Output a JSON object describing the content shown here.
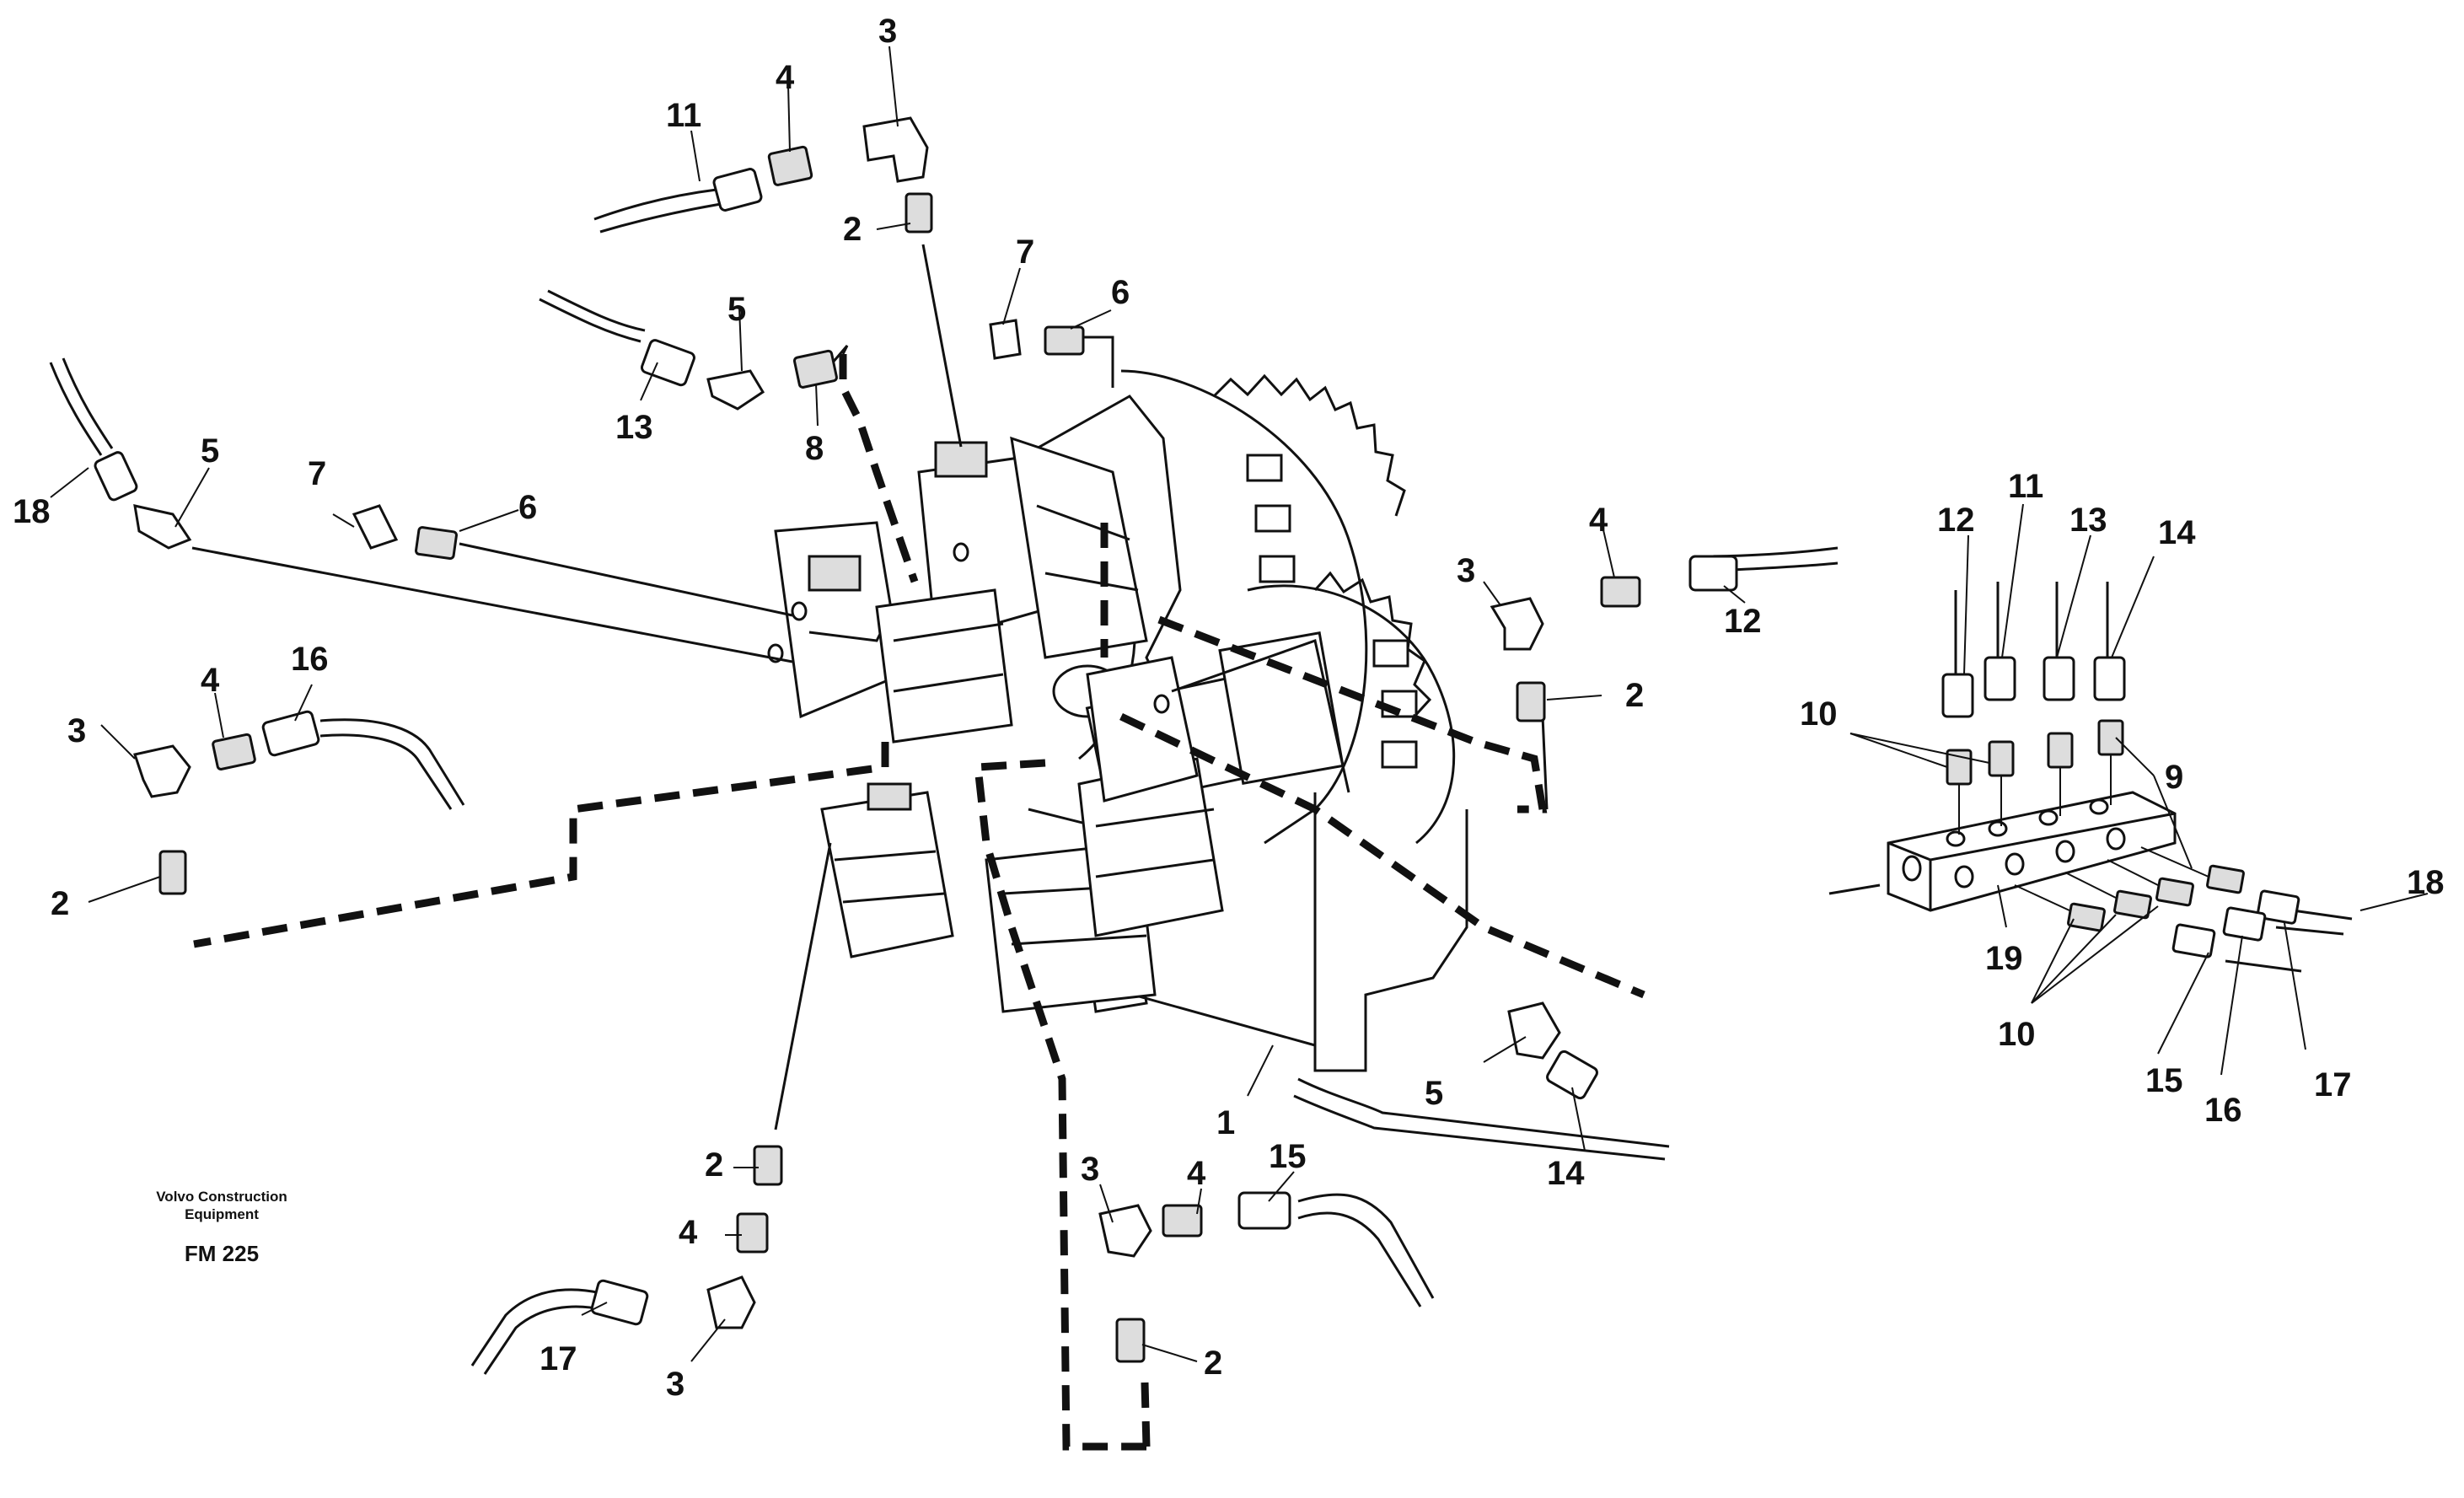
{
  "caption": {
    "brand_line1": "Volvo Construction",
    "brand_line2": "Equipment",
    "figure_code": "FM 225"
  },
  "callouts": {
    "c1": "1",
    "c2": "2",
    "c3": "3",
    "c4": "4",
    "c5": "5",
    "c6": "6",
    "c7": "7",
    "c8": "8",
    "c9": "9",
    "c10": "10",
    "c11": "11",
    "c12": "12",
    "c13": "13",
    "c14": "14",
    "c15": "15",
    "c16": "16",
    "c17": "17",
    "c18": "18",
    "c19": "19"
  }
}
